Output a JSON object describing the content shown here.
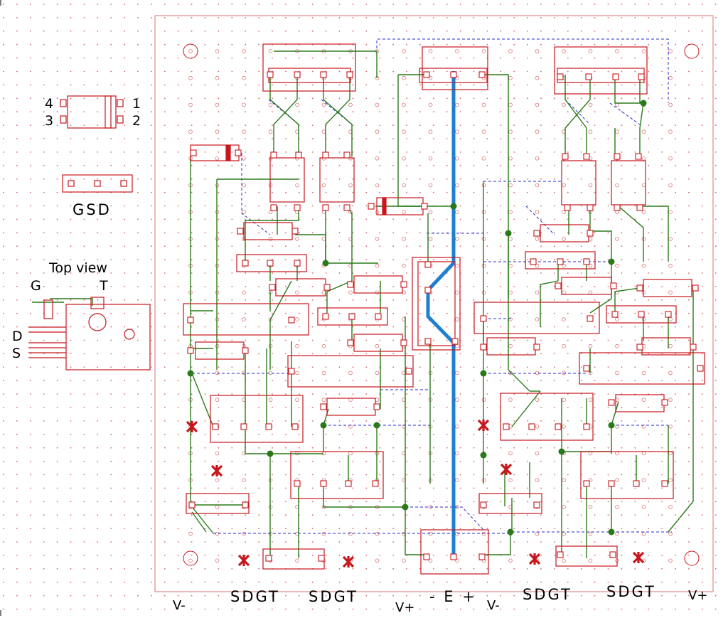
{
  "pin_legend": {
    "pin4": "4",
    "pin3": "3",
    "pin1": "1",
    "pin2": "2",
    "gsd": "GSD"
  },
  "top_view": {
    "title": "Top view",
    "g": "G",
    "t": "T",
    "d": "D",
    "s": "S"
  },
  "bottom_labels": {
    "v_minus_left": "V-",
    "sdgt_1": "SDGT",
    "sdgt_2": "SDGT",
    "v_plus_mid": "V+",
    "e_group": "- E +",
    "v_minus_mid": "V-",
    "sdgt_3": "SDGT",
    "sdgt_4": "SDGT",
    "v_plus_right": "V+"
  },
  "colors": {
    "outline": "#c8161d",
    "trace": "#2a7a1a",
    "jumper": "#2a2ad0",
    "bus": "#1f7fd0",
    "grid_dot": "#c8161d",
    "marker": "#c8161d"
  }
}
